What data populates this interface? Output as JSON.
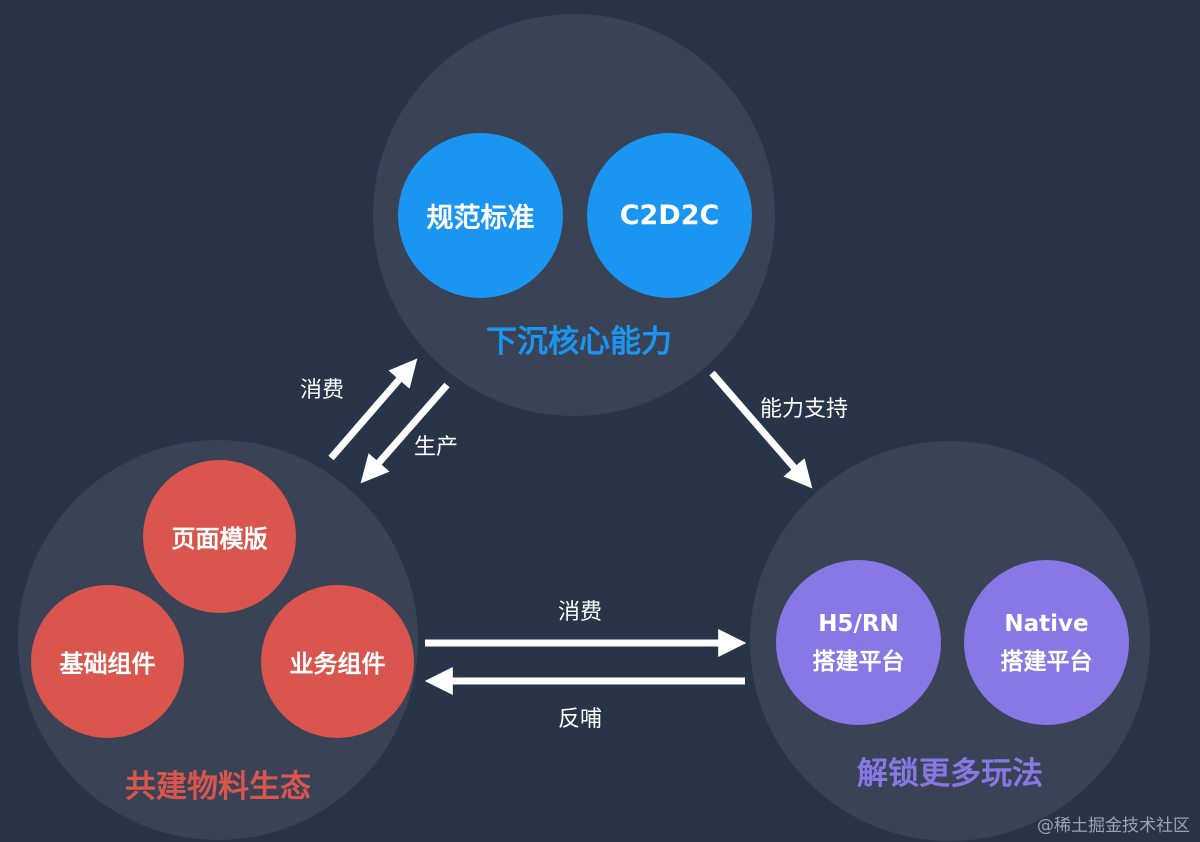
{
  "top_group": {
    "title": "下沉核心能力",
    "title_color": "#1a95f1",
    "nodes": [
      "规范标准",
      "C2D2C"
    ]
  },
  "left_group": {
    "title": "共建物料生态",
    "title_color": "#d9554d",
    "nodes": [
      "页面模版",
      "基础组件",
      "业务组件"
    ]
  },
  "right_group": {
    "title": "解锁更多玩法",
    "title_color": "#8778e6",
    "nodes": [
      {
        "line1": "H5/RN",
        "line2": "搭建平台"
      },
      {
        "line1": "Native",
        "line2": "搭建平台"
      }
    ]
  },
  "arrows": {
    "left_to_top": "消费",
    "top_to_left": "生产",
    "top_to_right": "能力支持",
    "left_to_right": "消费",
    "right_to_left": "反哺"
  },
  "watermark": "@稀土掘金技术社区",
  "colors": {
    "background": "#283447",
    "group_circle": "#3a4356",
    "blue": "#1a95f1",
    "red": "#d9554d",
    "purple": "#8778e6",
    "arrow": "#ffffff"
  }
}
